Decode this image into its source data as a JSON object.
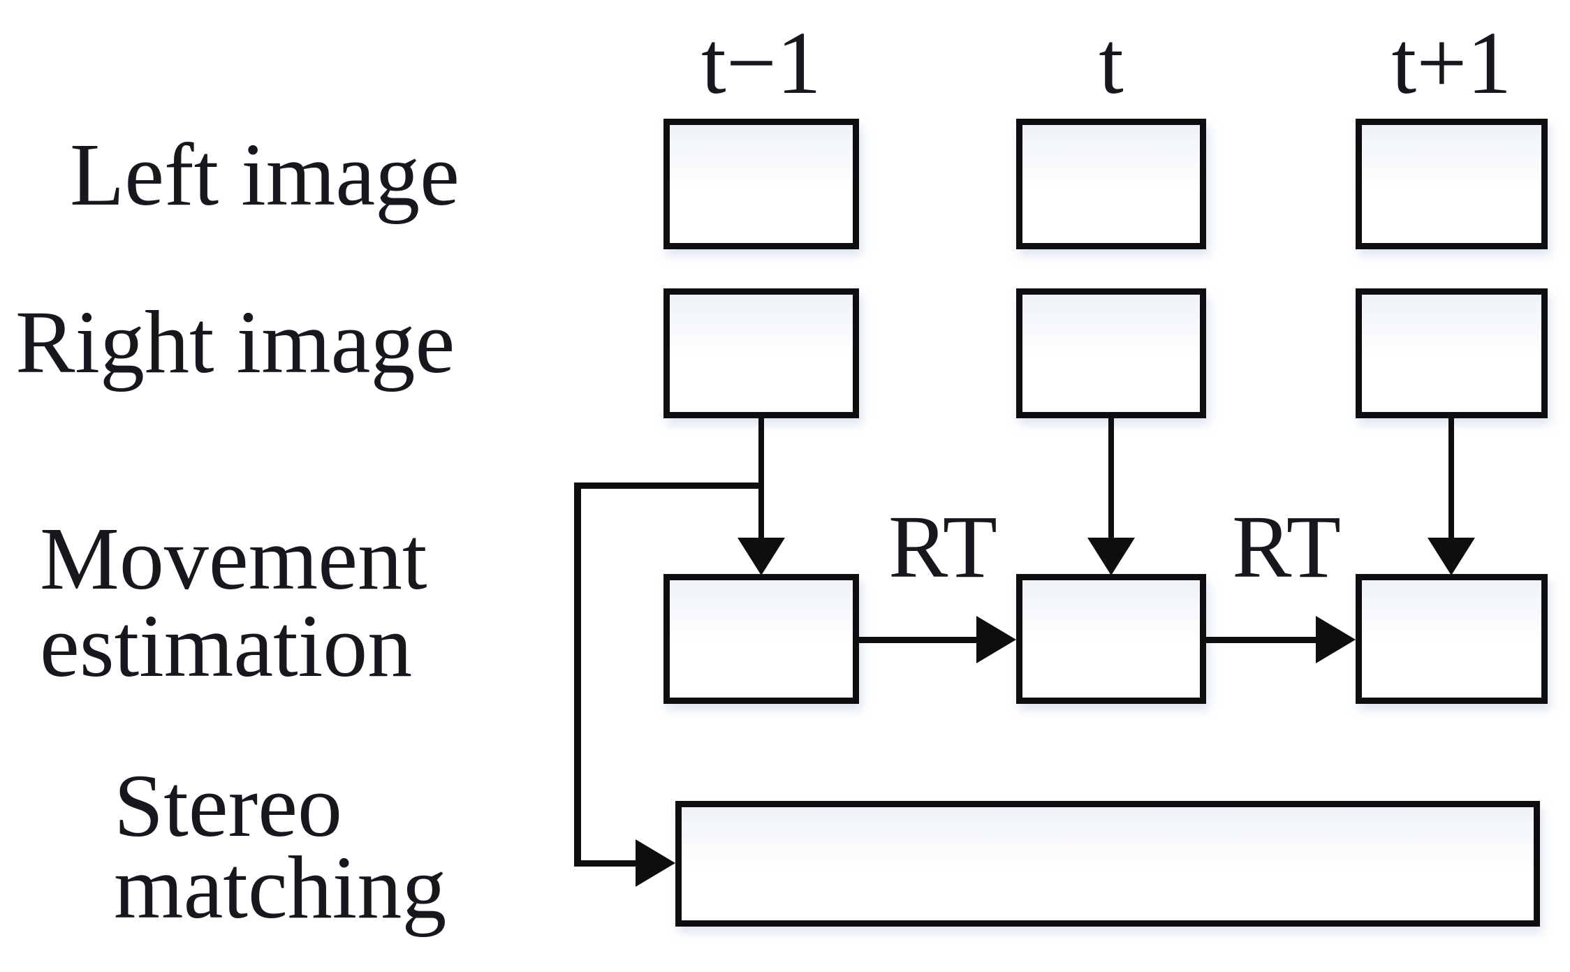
{
  "figure": {
    "row_labels": {
      "left_image": {
        "text": "Left image"
      },
      "right_image": {
        "text": "Right image"
      },
      "movement": {
        "line1": "Movement",
        "line2": "estimation"
      },
      "stereo": {
        "line1": "Stereo",
        "line2": "matching"
      }
    },
    "column_headers": {
      "t_prev": "t−1",
      "t_curr": "t",
      "t_next": "t+1"
    },
    "edge_labels": {
      "rt_1": "RT",
      "rt_2": "RT"
    },
    "colors": {
      "stroke": "#0e0e10",
      "text": "#17171e",
      "box_fill": "#ffffff",
      "box_fill_tint": "#eef2f8",
      "shadow": "#aabed766"
    }
  }
}
